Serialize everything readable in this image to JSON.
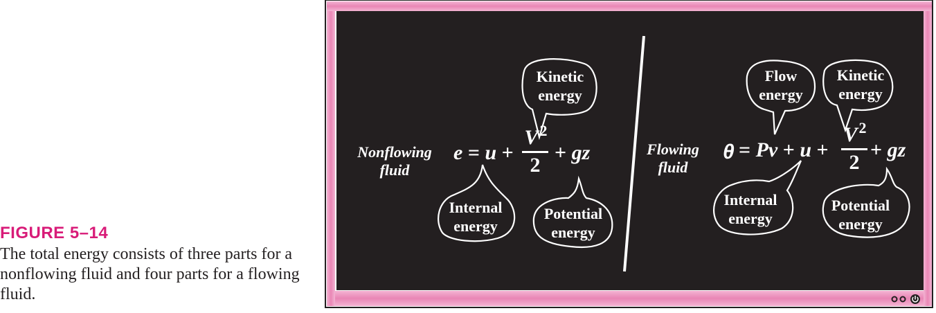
{
  "caption": {
    "label": "FIGURE 5–14",
    "text": "The total energy consists of three parts for a nonflowing fluid and four parts for a flowing fluid."
  },
  "left": {
    "label_line1": "Nonflowing",
    "label_line2": "fluid",
    "eq_e": "e",
    "eq_eq": "=",
    "eq_u": "u",
    "eq_plus1": "+",
    "eq_V": "V",
    "eq_sup": "2",
    "eq_den": "2",
    "eq_plus2": "+",
    "eq_gz": "gz",
    "bubbles": {
      "kinetic_1": "Kinetic",
      "kinetic_2": "energy",
      "internal_1": "Internal",
      "internal_2": "energy",
      "potential_1": "Potential",
      "potential_2": "energy"
    }
  },
  "right": {
    "label_line1": "Flowing",
    "label_line2": "fluid",
    "eq_theta": "θ",
    "eq_eq": "=",
    "eq_Pv": "Pv",
    "eq_plus1": "+",
    "eq_u": "u",
    "eq_plus2": "+",
    "eq_V": "V",
    "eq_sup": "2",
    "eq_den": "2",
    "eq_plus3": "+",
    "eq_gz": "gz",
    "bubbles": {
      "flow_1": "Flow",
      "flow_2": "energy",
      "kinetic_1": "Kinetic",
      "kinetic_2": "energy",
      "internal_1": "Internal",
      "internal_2": "energy",
      "potential_1": "Potential",
      "potential_2": "energy"
    }
  },
  "colors": {
    "frame": "#e986b5",
    "board": "#231f20",
    "accent": "#d81b78"
  },
  "icons": [
    "circle-icon",
    "circle-icon",
    "power-icon"
  ]
}
